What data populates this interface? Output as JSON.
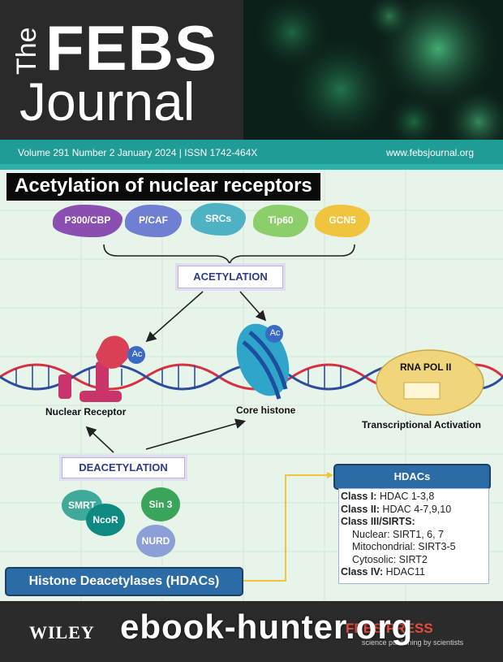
{
  "masthead": {
    "the": "The",
    "febs": "FEBS",
    "journal": "Journal"
  },
  "infobar": {
    "issue": "Volume 291  Number 2  January 2024  |  ISSN 1742-464X",
    "website": "www.febsjournal.org"
  },
  "figure": {
    "title": "Acetylation of nuclear receptors",
    "enzymes": [
      {
        "label": "P300/CBP",
        "color": "#8a4fb0"
      },
      {
        "label": "P/CAF",
        "color": "#6f7fd2"
      },
      {
        "label": "SRCs",
        "color": "#4fb2c4"
      },
      {
        "label": "Tip60",
        "color": "#8ccf6a"
      },
      {
        "label": "GCN5",
        "color": "#f0c43e"
      }
    ],
    "acetylation_label": "ACETYLATION",
    "deacetylation_label": "DEACETYLATION",
    "ac_label": "Ac",
    "rna_pol_label": "RNA POL II",
    "nuclear_receptor_label": "Nuclear Receptor",
    "core_histone_label": "Core histone",
    "transcription_label": "Transcriptional Activation",
    "corepressors": [
      {
        "label": "SMRT",
        "color": "#3fa99a"
      },
      {
        "label": "NcoR",
        "color": "#0f8a83"
      },
      {
        "label": "Sin 3",
        "color": "#3aa55a"
      },
      {
        "label": "NURD",
        "color": "#8c9fd6"
      }
    ],
    "hdac_box": {
      "title": "HDACs",
      "rows": [
        {
          "bold": "Class I:",
          "text": " HDAC 1-3,8"
        },
        {
          "bold": "Class II:",
          "text": " HDAC 4-7,9,10"
        },
        {
          "bold": "Class III/SIRTS:",
          "text": ""
        },
        {
          "bold": "",
          "text": "Nuclear: SIRT1, 6, 7"
        },
        {
          "bold": "",
          "text": "Mitochondrial: SIRT3-5"
        },
        {
          "bold": "",
          "text": "Cytosolic:  SIRT2"
        },
        {
          "bold": "Class IV:",
          "text": " HDAC11"
        }
      ]
    },
    "hdac_banner": "Histone Deacetylases (HDACs)"
  },
  "footer": {
    "publisher": "WILEY",
    "press": "FEBS PRESS",
    "press_tagline": "science publishing by scientists",
    "watermark": "ebook-hunter.org"
  },
  "colors": {
    "teal_bar": "#1f9c95",
    "hdac_blue": "#2b6ba6",
    "dna_red": "#d7303f",
    "dna_blue": "#2c4d9c"
  }
}
